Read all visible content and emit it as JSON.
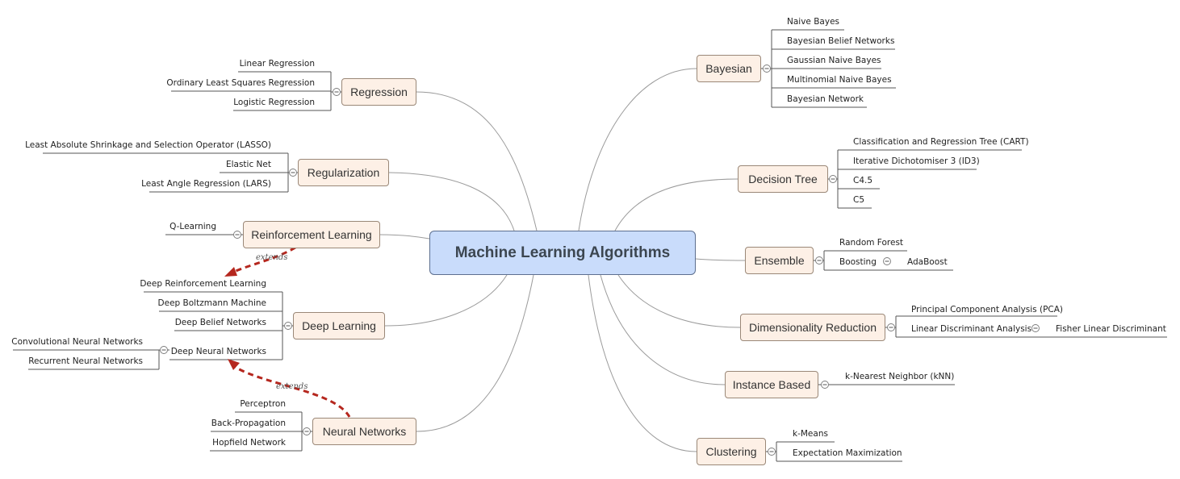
{
  "central": "Machine Learning Algorithms",
  "topics": {
    "regression": "Regression",
    "regularization": "Regularization",
    "reinforcement": "Reinforcement Learning",
    "deep_learning": "Deep Learning",
    "neural_networks": "Neural Networks",
    "bayesian": "Bayesian",
    "decision_tree": "Decision Tree",
    "ensemble": "Ensemble",
    "dimensionality": "Dimensionality Reduction",
    "instance": "Instance Based",
    "clustering": "Clustering"
  },
  "leaves": {
    "regression": [
      "Linear Regression",
      "Ordinary Least Squares Regression",
      "Logistic Regression"
    ],
    "regularization": [
      "Least Absolute Shrinkage and Selection Operator (LASSO)",
      "Elastic Net",
      "Least Angle Regression (LARS)"
    ],
    "reinforcement": [
      "Q-Learning"
    ],
    "deep_learning": [
      "Deep Reinforcement Learning",
      "Deep Boltzmann Machine",
      "Deep Belief Networks",
      "Deep Neural Networks"
    ],
    "deep_neural_children": [
      "Convolutional Neural Networks",
      "Recurrent Neural Networks"
    ],
    "neural_networks": [
      "Perceptron",
      "Back-Propagation",
      "Hopfield Network"
    ],
    "bayesian": [
      "Naive Bayes",
      "Bayesian Belief Networks",
      "Gaussian Naive Bayes",
      "Multinomial Naive Bayes",
      "Bayesian Network"
    ],
    "decision_tree": [
      "Classification and Regression Tree (CART)",
      "Iterative Dichotomiser 3 (ID3)",
      "C4.5",
      "C5"
    ],
    "ensemble": [
      "Random Forest",
      "Boosting"
    ],
    "boosting_children": [
      "AdaBoost"
    ],
    "dimensionality": [
      "Principal Component Analysis (PCA)",
      "Linear Discriminant Analysis"
    ],
    "lda_children": [
      "Fisher Linear Discriminant"
    ],
    "instance": [
      "k-Nearest Neighbor (kNN)"
    ],
    "clustering": [
      "k-Means",
      "Expectation Maximization"
    ]
  },
  "relationships": [
    "extends",
    "extends"
  ],
  "colors": {
    "central_fill": "#c9dcfb",
    "topic_fill": "#fdf0e6",
    "relationship": "#b5271e"
  }
}
